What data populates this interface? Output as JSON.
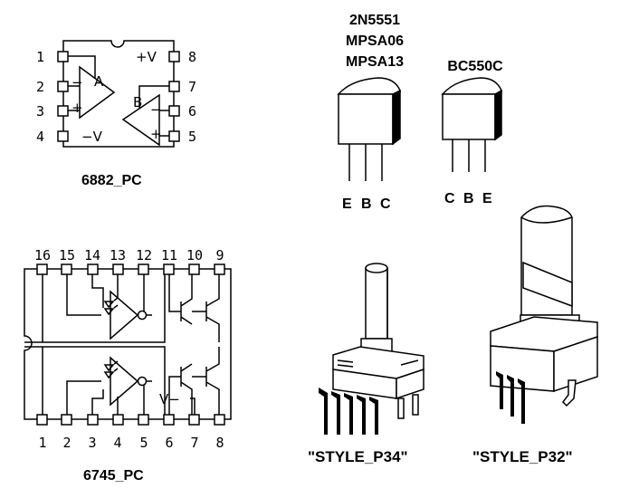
{
  "ic_6882": {
    "caption": "6882_PC",
    "left_pins": [
      "1",
      "2",
      "3",
      "4"
    ],
    "right_pins": [
      "8",
      "7",
      "6",
      "5"
    ],
    "supply_pos": "+V",
    "supply_neg": "−V",
    "amp_a": "A",
    "amp_b": "B",
    "minus": "−",
    "plus": "+"
  },
  "transistor_1": {
    "part_numbers": [
      "2N5551",
      "MPSA06",
      "MPSA13"
    ],
    "pin_labels": [
      "E",
      "B",
      "C"
    ]
  },
  "transistor_2": {
    "part_number": "BC550C",
    "pin_labels": [
      "C",
      "B",
      "E"
    ]
  },
  "ic_6745": {
    "caption": "6745_PC",
    "top_pins": [
      "16",
      "15",
      "14",
      "13",
      "12",
      "11",
      "10",
      "9"
    ],
    "bottom_pins": [
      "1",
      "2",
      "3",
      "4",
      "5",
      "6",
      "7",
      "8"
    ],
    "supply_neg": "V−"
  },
  "pot_p34": {
    "caption": "\"STYLE_P34\""
  },
  "pot_p32": {
    "caption": "\"STYLE_P32\""
  },
  "colors": {
    "ink": "#000000",
    "background": "#ffffff"
  }
}
